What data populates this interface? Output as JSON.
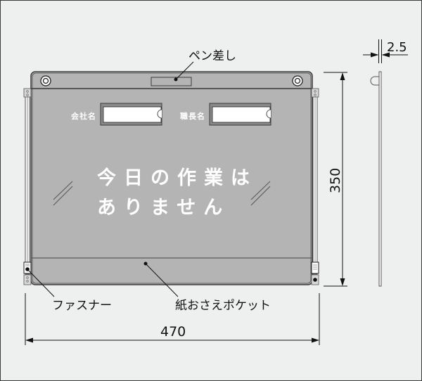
{
  "diagram": {
    "title": "Whiteboard product dimension drawing",
    "colors": {
      "background": "#eef0ef",
      "board_fill": "#b4b4b4",
      "outline": "#3a3a3a",
      "text": "#111111",
      "board_text": "#ffffff"
    },
    "board": {
      "field_labels": {
        "company": "会社名",
        "manager": "職長名"
      },
      "message_line1": "今日の作業は",
      "message_line2": "ありません"
    },
    "callouts": {
      "pen_holder": "ペン差し",
      "fastener": "ファスナー",
      "paper_pocket": "紙おさえポケット"
    },
    "dimensions": {
      "width": "470",
      "height": "350",
      "thickness": "2.5"
    }
  }
}
